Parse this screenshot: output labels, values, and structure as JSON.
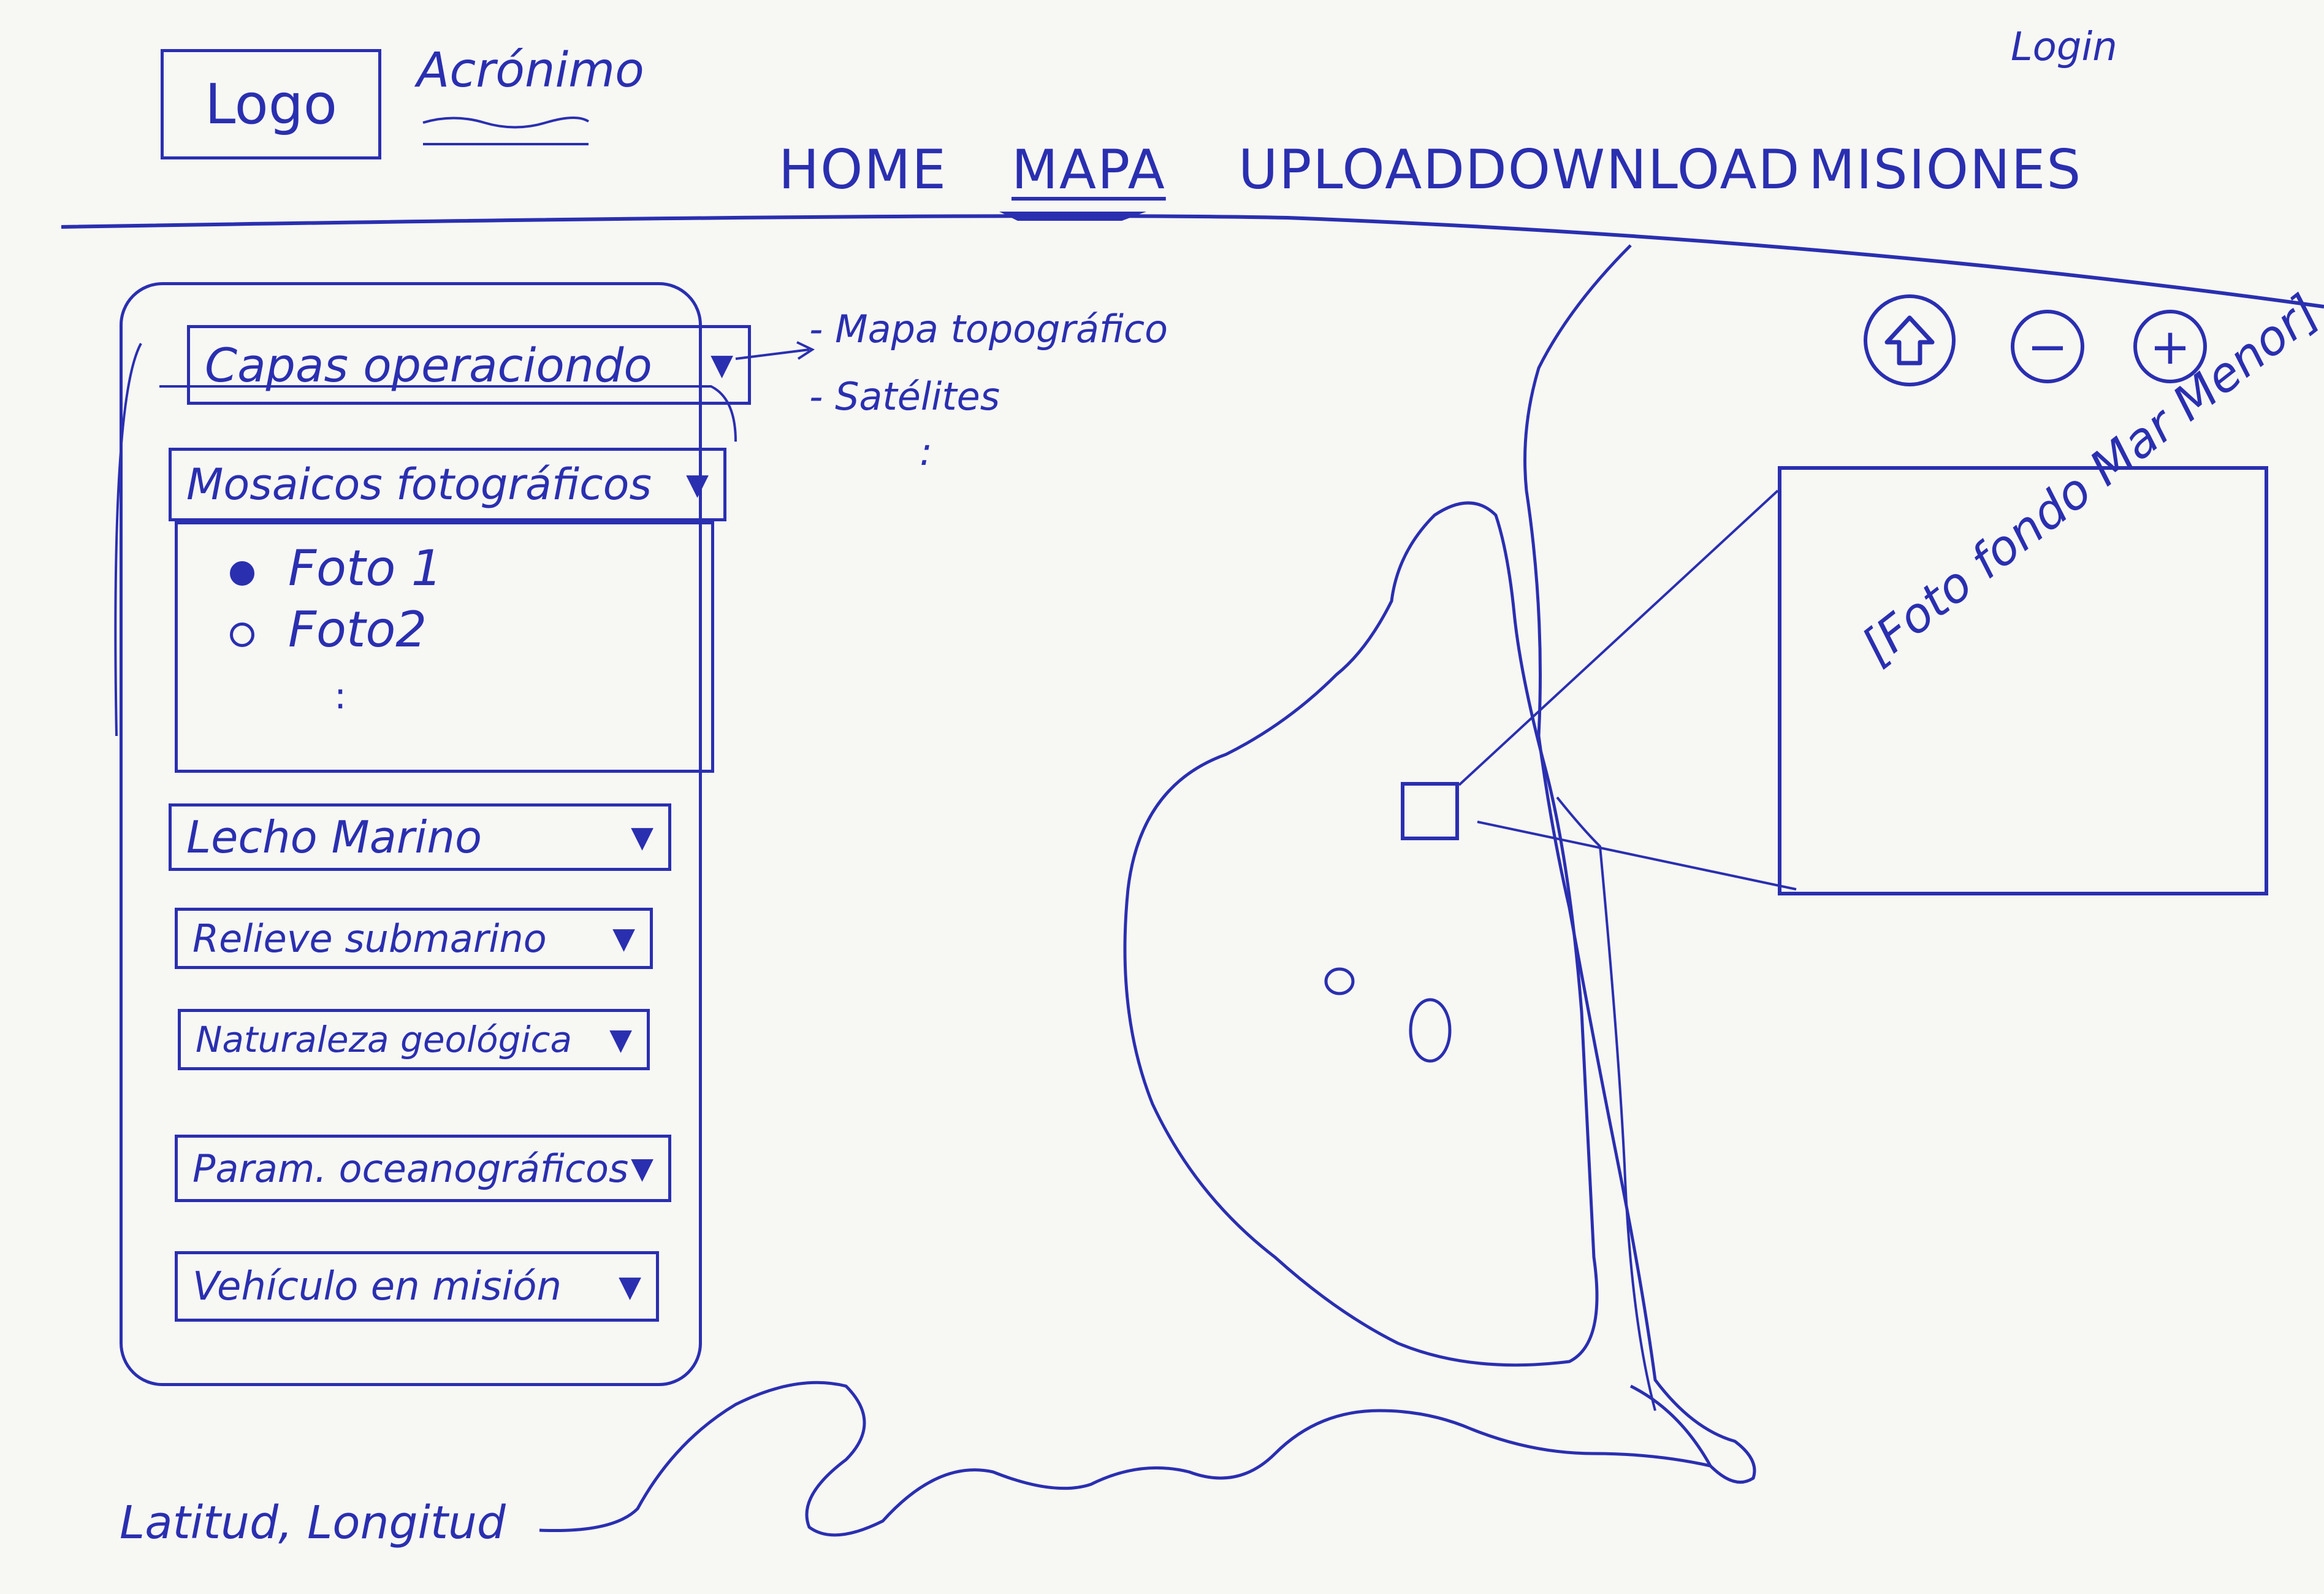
{
  "header": {
    "logo_text": "Logo",
    "acronym": "Acrónimo",
    "login": "Login"
  },
  "nav": {
    "items": [
      {
        "label": "HOME"
      },
      {
        "label": "MAPA",
        "active": true
      },
      {
        "label": "UPLOAD"
      },
      {
        "label": "DOWNLOAD"
      },
      {
        "label": "MISIONES"
      }
    ]
  },
  "sidebar": {
    "capas": {
      "label": "Capas operaciondo",
      "caret": "▼"
    },
    "basemap_options": [
      "- Mapa topográfico",
      "- Satélites",
      ":"
    ],
    "mosaicos": {
      "label": "Mosaicos fotográficos",
      "caret": "▼",
      "items": [
        {
          "label": "Foto 1",
          "selected": true
        },
        {
          "label": "Foto2",
          "selected": false
        }
      ],
      "more": ":"
    },
    "layers": [
      {
        "label": "Lecho Marino",
        "caret": "▼"
      },
      {
        "label": "Relieve submarino",
        "caret": "▼"
      },
      {
        "label": "Naturaleza geológica",
        "caret": "▼"
      },
      {
        "label": "Param. oceanográficos",
        "caret": "▼"
      },
      {
        "label": "Vehículo en misión",
        "caret": "▼"
      }
    ]
  },
  "map": {
    "controls": {
      "home_icon": "home-arrow-icon",
      "zoom_out": "−",
      "zoom_in": "+"
    },
    "popup_text": "[Foto fondo Mar Menor]",
    "coords": "Latitud, Longitud"
  },
  "colors": {
    "ink": "#2a2fb0",
    "paper": "#f7f7f4"
  }
}
